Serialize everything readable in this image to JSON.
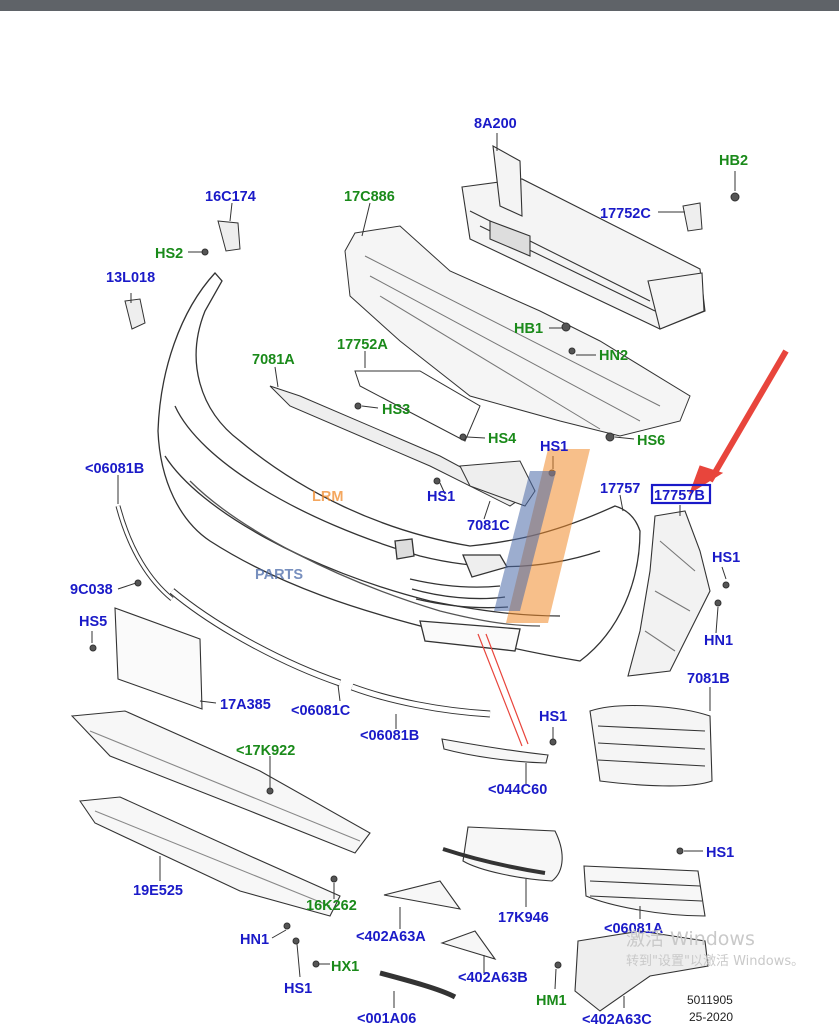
{
  "colors": {
    "label_blue": "#1a1ac8",
    "label_green": "#1a8a1a",
    "line": "#333333",
    "arrow": "#e8453c",
    "logo_orange": "#f08a2a",
    "logo_blue": "#4a6aa8"
  },
  "parts": [
    {
      "id": "p1",
      "text": "8A200",
      "c": "blue"
    },
    {
      "id": "p2",
      "text": "HB2",
      "c": "green"
    },
    {
      "id": "p3",
      "text": "17752C",
      "c": "blue"
    },
    {
      "id": "p4",
      "text": "16C174",
      "c": "blue"
    },
    {
      "id": "p5",
      "text": "17C886",
      "c": "green"
    },
    {
      "id": "p6",
      "text": "HS2",
      "c": "green"
    },
    {
      "id": "p7",
      "text": "13L018",
      "c": "blue"
    },
    {
      "id": "p8",
      "text": "HB1",
      "c": "green"
    },
    {
      "id": "p9",
      "text": "HN2",
      "c": "green"
    },
    {
      "id": "p10",
      "text": "17752A",
      "c": "green"
    },
    {
      "id": "p11",
      "text": "7081A",
      "c": "green"
    },
    {
      "id": "p12",
      "text": "HS3",
      "c": "green"
    },
    {
      "id": "p13",
      "text": "HS6",
      "c": "green"
    },
    {
      "id": "p14",
      "text": "HS4",
      "c": "green"
    },
    {
      "id": "p15",
      "text": "HS1",
      "c": "blue"
    },
    {
      "id": "p16",
      "text": "<06081B",
      "c": "blue"
    },
    {
      "id": "p17",
      "text": "HS1",
      "c": "blue"
    },
    {
      "id": "p18",
      "text": "17757",
      "c": "blue"
    },
    {
      "id": "p19",
      "text": "17757B",
      "c": "blue"
    },
    {
      "id": "p20",
      "text": "7081C",
      "c": "blue"
    },
    {
      "id": "p21",
      "text": "HS1",
      "c": "blue"
    },
    {
      "id": "p22",
      "text": "9C038",
      "c": "blue"
    },
    {
      "id": "p23",
      "text": "HS5",
      "c": "blue"
    },
    {
      "id": "p24",
      "text": "HN1",
      "c": "blue"
    },
    {
      "id": "p25",
      "text": "7081B",
      "c": "blue"
    },
    {
      "id": "p26",
      "text": "17A385",
      "c": "blue"
    },
    {
      "id": "p27",
      "text": "<06081C",
      "c": "blue"
    },
    {
      "id": "p28",
      "text": "HS1",
      "c": "blue"
    },
    {
      "id": "p29",
      "text": "<17K922",
      "c": "green"
    },
    {
      "id": "p30",
      "text": "<06081B",
      "c": "blue"
    },
    {
      "id": "p31",
      "text": "<044C60",
      "c": "blue"
    },
    {
      "id": "p32",
      "text": "HS1",
      "c": "blue"
    },
    {
      "id": "p33",
      "text": "19E525",
      "c": "blue"
    },
    {
      "id": "p34",
      "text": "16K262",
      "c": "green"
    },
    {
      "id": "p35",
      "text": "17K946",
      "c": "blue"
    },
    {
      "id": "p36",
      "text": "<06081A",
      "c": "blue"
    },
    {
      "id": "p37",
      "text": "<402A63A",
      "c": "blue"
    },
    {
      "id": "p38",
      "text": "HN1",
      "c": "blue"
    },
    {
      "id": "p39",
      "text": "HX1",
      "c": "green"
    },
    {
      "id": "p40",
      "text": "<402A63B",
      "c": "blue"
    },
    {
      "id": "p41",
      "text": "HS1",
      "c": "blue"
    },
    {
      "id": "p42",
      "text": "HM1",
      "c": "green"
    },
    {
      "id": "p43",
      "text": "<001A06",
      "c": "blue"
    },
    {
      "id": "p44",
      "text": "<402A63C",
      "c": "blue"
    }
  ],
  "watermark": {
    "line1": "LRM",
    "line2": "PARTS"
  },
  "windows_notice": {
    "line1": "激活 Windows",
    "line2": "转到\"设置\"以激活 Windows。"
  },
  "footer": {
    "code": "5011905",
    "date": "25-2020"
  }
}
